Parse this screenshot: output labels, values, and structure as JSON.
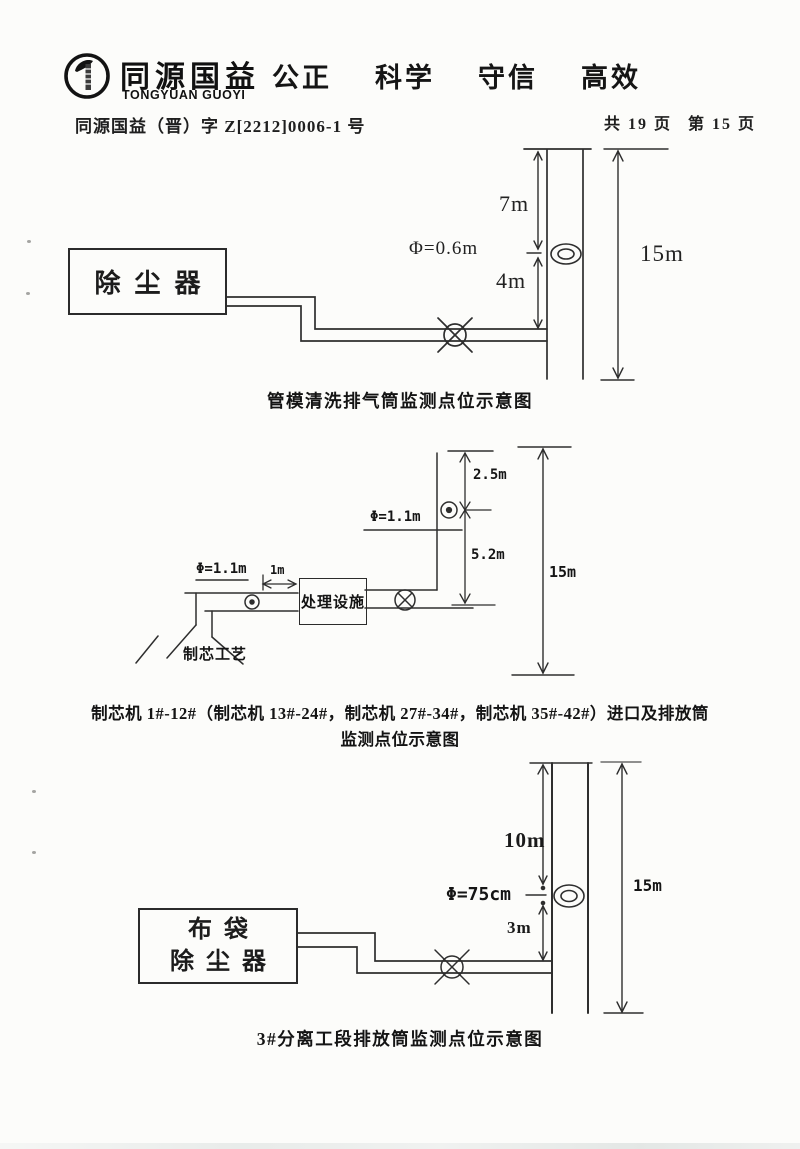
{
  "header": {
    "logo_cn": "同源国益",
    "logo_en": "TONGYUAN GUOYI",
    "slogan": [
      "公正",
      "科学",
      "守信",
      "高效"
    ],
    "doc_number": "同源国益（晋）字 Z[2212]0006-1 号",
    "pages_total": "共 19 页",
    "page_current": "第 15 页"
  },
  "diagram1": {
    "equipment_label": "除尘器",
    "dim_top": "7m",
    "diameter": "Φ=0.6m",
    "dim_bottom": "4m",
    "total_height": "15m",
    "caption": "管模清洗排气筒监测点位示意图"
  },
  "diagram2": {
    "inlet_diameter": "Φ=1.1m",
    "inlet_distance": "1m",
    "process_label": "制芯工艺",
    "treatment_label": "处理设施",
    "stack_diameter": "Φ=1.1m",
    "dim_top": "2.5m",
    "dim_bottom": "5.2m",
    "total_height": "15m",
    "caption_line1": "制芯机 1#-12#（制芯机 13#-24#，制芯机 27#-34#，制芯机 35#-42#）进口及排放筒",
    "caption_line2": "监测点位示意图"
  },
  "diagram3": {
    "equipment_label_line1": "布袋",
    "equipment_label_line2": "除尘器",
    "dim_top": "10m",
    "diameter": "Φ=75cm",
    "dim_bottom": "3m",
    "total_height": "15m",
    "caption": "3#分离工段排放筒监测点位示意图"
  }
}
